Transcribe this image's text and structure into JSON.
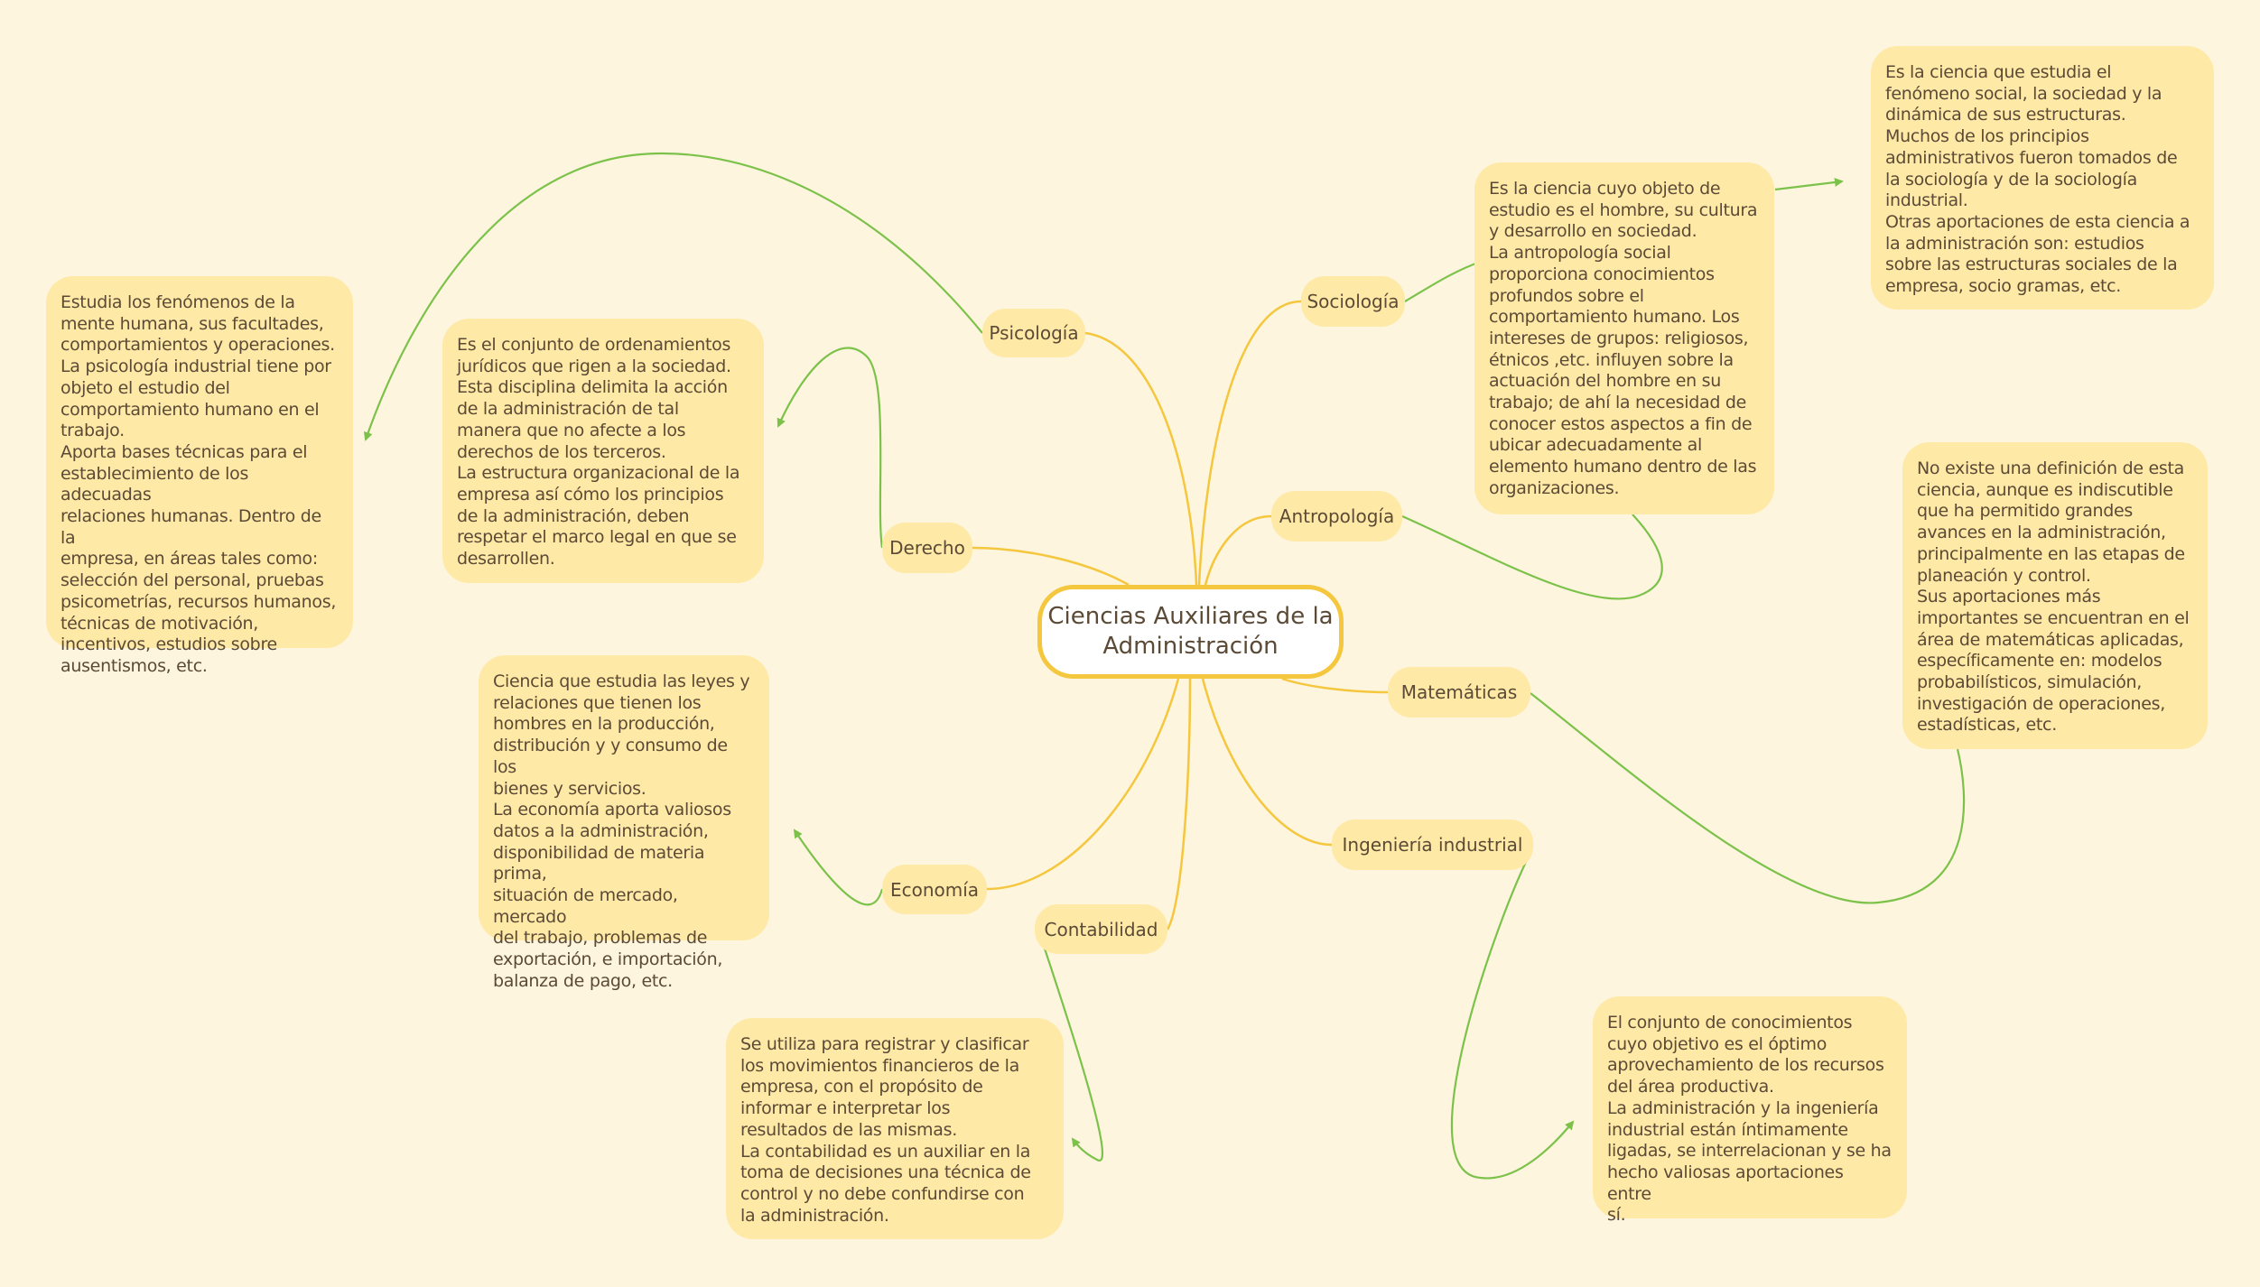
{
  "colors": {
    "background": "#fdf5de",
    "box": "#ffe9a6",
    "branch": "#f4c73e",
    "arrow": "#7cc24a",
    "text": "#5b4a36"
  },
  "center": {
    "title": "Ciencias Auxiliares de la\nAdministración"
  },
  "nodes": {
    "psicologia": "Psicología",
    "derecho": "Derecho",
    "economia": "Economía",
    "contabilidad": "Contabilidad",
    "sociologia": "Sociología",
    "antropologia": "Antropología",
    "matematicas": "Matemáticas",
    "ingenieria": "Ingeniería industrial"
  },
  "descriptions": {
    "psicologia": "Estudia los fenómenos de la\nmente humana, sus facultades,\ncomportamientos y operaciones.\nLa psicología industrial tiene por\nobjeto el estudio del\ncomportamiento humano en el\ntrabajo.\nAporta bases técnicas para el\nestablecimiento de los adecuadas\nrelaciones humanas. Dentro de la\nempresa, en áreas tales como:\nselección del personal, pruebas\npsicometrías, recursos humanos,\ntécnicas de motivación,\nincentivos, estudios sobre\nausentismos, etc.",
    "derecho": "Es el conjunto de ordenamientos\njurídicos que rigen a la sociedad.\nEsta disciplina delimita la acción\nde la administración de tal\nmanera que no afecte a los\nderechos de los terceros.\nLa estructura organizacional de la\nempresa así cómo los principios\nde la administración, deben\nrespetar el marco legal en que se\ndesarrollen.",
    "economia": "Ciencia que estudia las leyes y\nrelaciones que tienen los\nhombres en la producción,\ndistribución y y consumo de los\nbienes y servicios.\nLa economía aporta valiosos\ndatos a la administración,\ndisponibilidad de materia prima,\nsituación de mercado, mercado\ndel trabajo, problemas de\nexportación, e importación,\nbalanza de pago, etc.",
    "contabilidad": "Se utiliza para registrar y clasificar\nlos movimientos financieros de la\nempresa, con el propósito de\ninformar e interpretar los\nresultados de las mismas.\nLa contabilidad es un auxiliar en la\ntoma de decisiones una técnica de\ncontrol y no debe confundirse con\nla administración.",
    "antropologia": "Es la ciencia cuyo objeto de\nestudio es el hombre, su cultura\ny desarrollo en sociedad.\nLa antropología social\nproporciona conocimientos\nprofundos sobre el\ncomportamiento humano. Los\nintereses de grupos: religiosos,\nétnicos ,etc. influyen sobre la\nactuación del hombre en su\ntrabajo; de ahí la necesidad de\nconocer estos aspectos a fin de\nubicar adecuadamente al\nelemento humano dentro de las\norganizaciones.",
    "sociologia": "Es la ciencia que estudia el\nfenómeno social, la sociedad y la\ndinámica de sus estructuras.\nMuchos de los principios\nadministrativos fueron tomados de\nla sociología y de la sociología\nindustrial.\nOtras aportaciones de esta ciencia a\nla administración son: estudios\nsobre las estructuras sociales de la\nempresa, socio gramas, etc.",
    "matematicas": "No existe una definición de esta\nciencia, aunque es indiscutible\nque ha permitido grandes\navances en la administración,\nprincipalmente en las etapas de\nplaneación y control.\nSus aportaciones más\nimportantes se encuentran en el\nárea de matemáticas aplicadas,\nespecíficamente en: modelos\nprobabilísticos, simulación,\ninvestigación de operaciones,\nestadísticas, etc.",
    "ingenieria": "El conjunto de conocimientos\ncuyo objetivo es el óptimo\naprovechamiento de los recursos\ndel área productiva.\nLa administración y la ingeniería\nindustrial están íntimamente\nligadas, se interrelacionan y se ha\nhecho valiosas aportaciones entre\nsí."
  }
}
